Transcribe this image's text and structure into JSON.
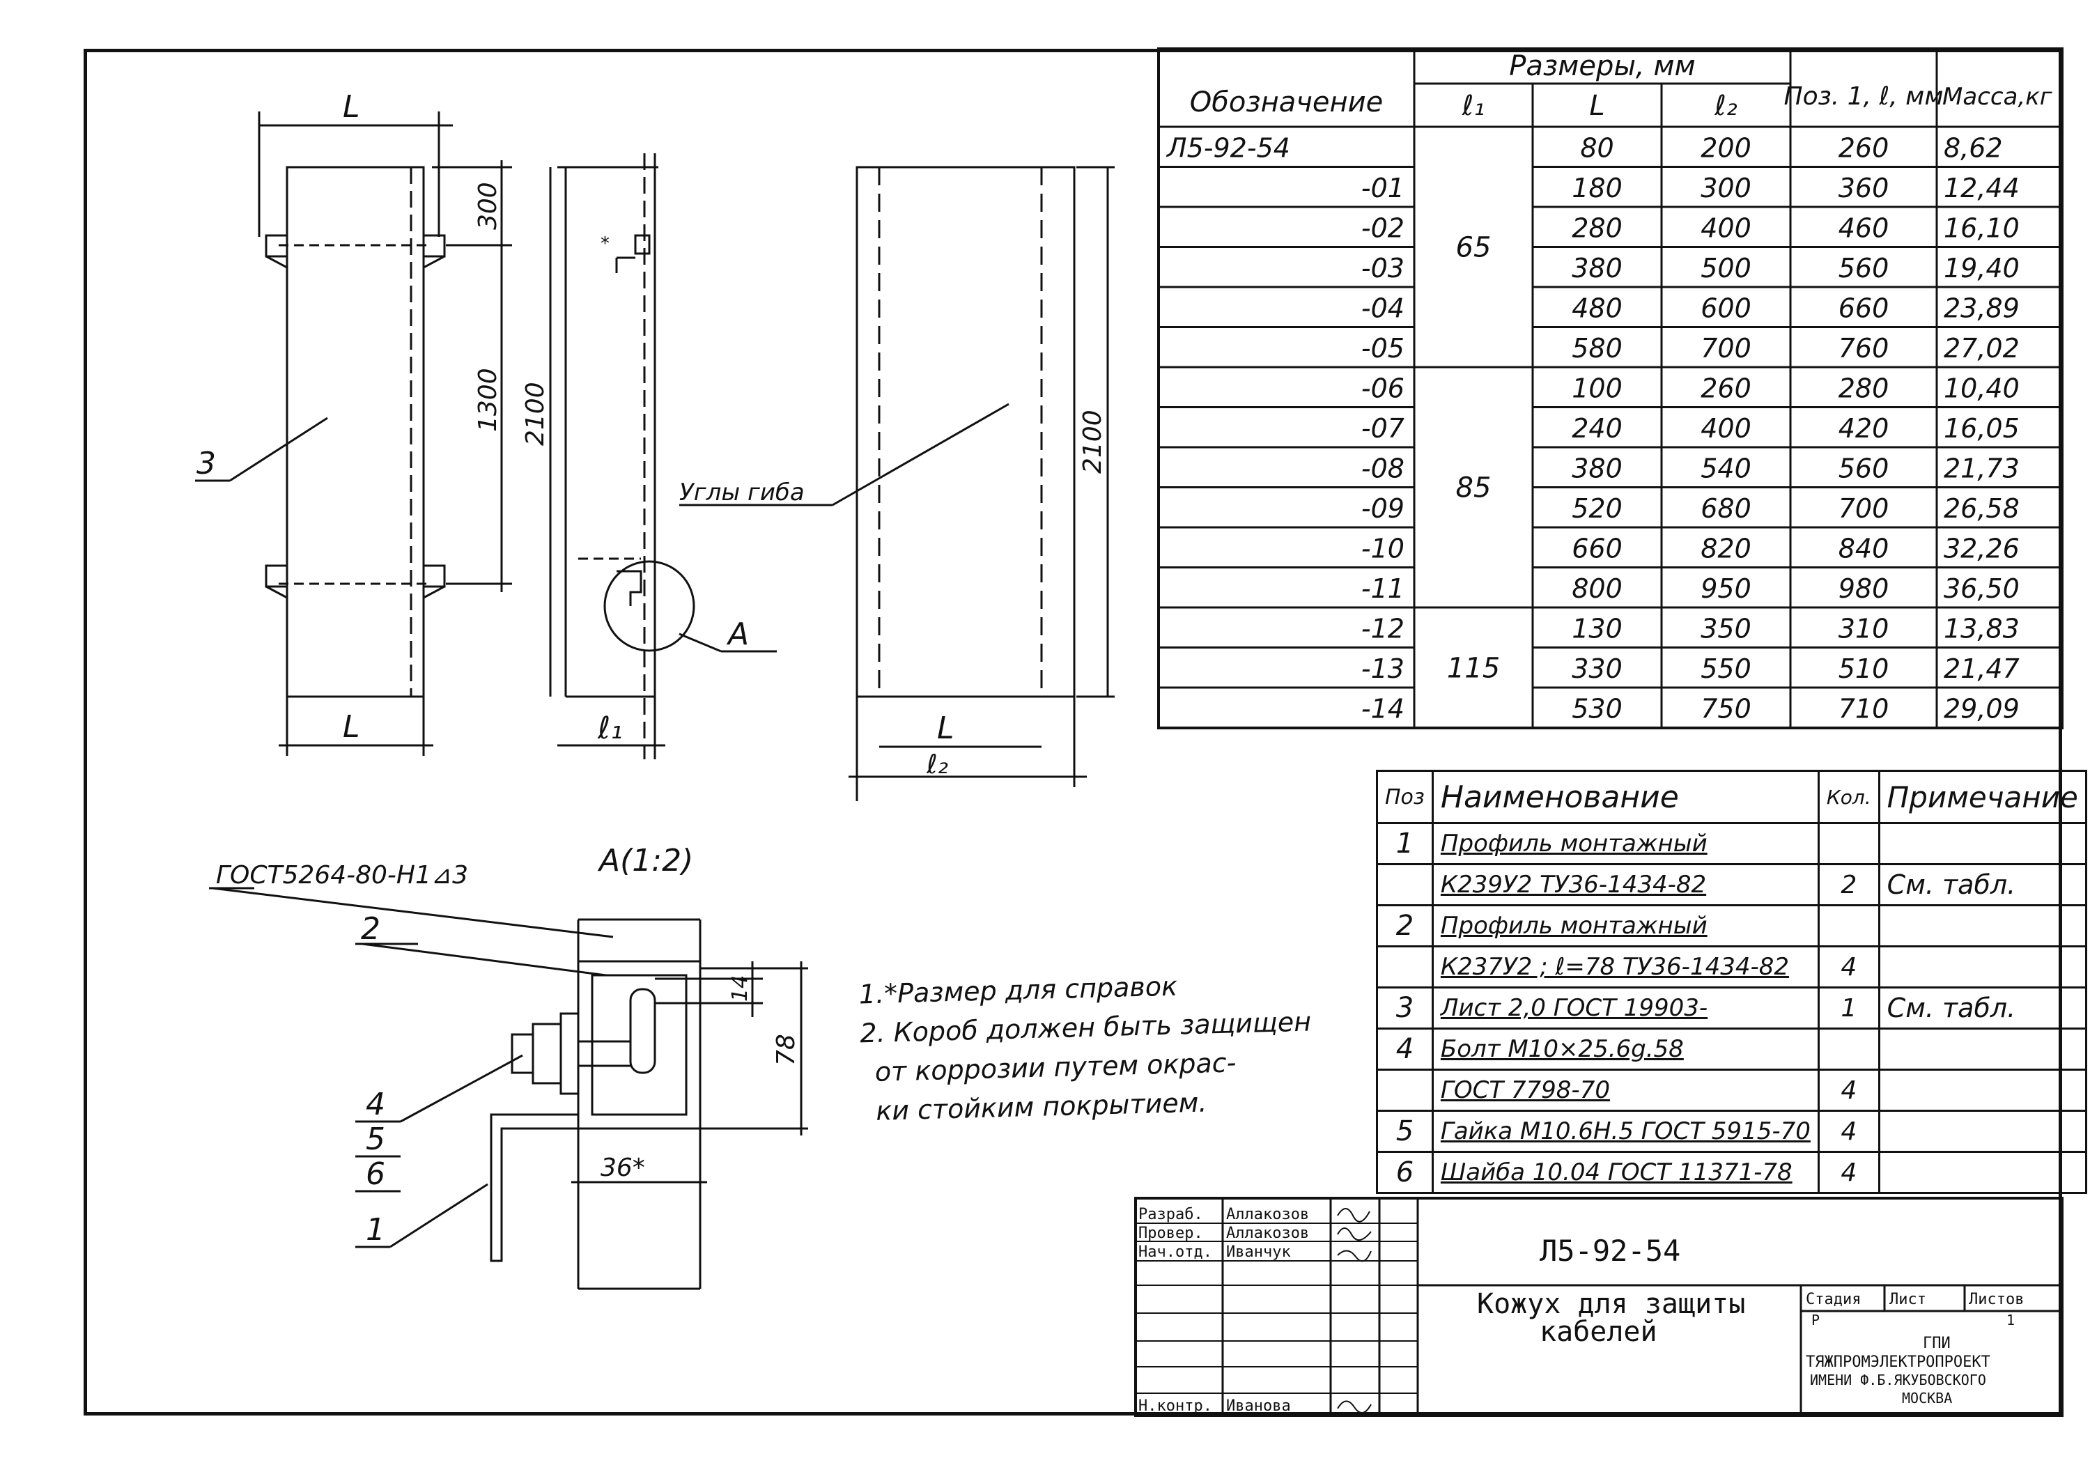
{
  "main_table": {
    "headers": {
      "designation": "Обозначение",
      "dimensions": "Размеры, мм",
      "l1": "ℓ₁",
      "L": "L",
      "l2": "ℓ₂",
      "pos1": "Поз. 1, ℓ, мм",
      "mass": "Масса,кг"
    },
    "rows": [
      {
        "designation": "Л5-92-54",
        "L": "80",
        "l2": "200",
        "pos1": "260",
        "mass": "8,62"
      },
      {
        "designation": "-01",
        "L": "180",
        "l2": "300",
        "pos1": "360",
        "mass": "12,44"
      },
      {
        "designation": "-02",
        "L": "280",
        "l2": "400",
        "pos1": "460",
        "mass": "16,10"
      },
      {
        "designation": "-03",
        "L": "380",
        "l2": "500",
        "pos1": "560",
        "mass": "19,40"
      },
      {
        "designation": "-04",
        "L": "480",
        "l2": "600",
        "pos1": "660",
        "mass": "23,89"
      },
      {
        "designation": "-05",
        "L": "580",
        "l2": "700",
        "pos1": "760",
        "mass": "27,02"
      },
      {
        "designation": "-06",
        "L": "100",
        "l2": "260",
        "pos1": "280",
        "mass": "10,40"
      },
      {
        "designation": "-07",
        "L": "240",
        "l2": "400",
        "pos1": "420",
        "mass": "16,05"
      },
      {
        "designation": "-08",
        "L": "380",
        "l2": "540",
        "pos1": "560",
        "mass": "21,73"
      },
      {
        "designation": "-09",
        "L": "520",
        "l2": "680",
        "pos1": "700",
        "mass": "26,58"
      },
      {
        "designation": "-10",
        "L": "660",
        "l2": "820",
        "pos1": "840",
        "mass": "32,26"
      },
      {
        "designation": "-11",
        "L": "800",
        "l2": "950",
        "pos1": "980",
        "mass": "36,50"
      },
      {
        "designation": "-12",
        "L": "130",
        "l2": "350",
        "pos1": "310",
        "mass": "13,83"
      },
      {
        "designation": "-13",
        "L": "330",
        "l2": "550",
        "pos1": "510",
        "mass": "21,47"
      },
      {
        "designation": "-14",
        "L": "530",
        "l2": "750",
        "pos1": "710",
        "mass": "29,09"
      }
    ],
    "l1_groups": [
      "65",
      "85",
      "115"
    ]
  },
  "parts_table": {
    "headers": {
      "pos": "Поз",
      "name": "Наименование",
      "qty": "Кол.",
      "note": "Примечание"
    },
    "rows": [
      {
        "pos": "1",
        "name": "Профиль монтажный",
        "qty": "",
        "note": ""
      },
      {
        "pos": "",
        "name": "К239У2 ТУ36-1434-82",
        "qty": "2",
        "note": "См. табл."
      },
      {
        "pos": "2",
        "name": "Профиль монтажный",
        "qty": "",
        "note": ""
      },
      {
        "pos": "",
        "name": "К237У2 ; ℓ=78 ТУ36-1434-82",
        "qty": "4",
        "note": ""
      },
      {
        "pos": "3",
        "name": "Лист 2,0 ГОСТ 19903-",
        "qty": "1",
        "note": "См. табл."
      },
      {
        "pos": "4",
        "name": "Болт М10×25.6g.58",
        "qty": "",
        "note": ""
      },
      {
        "pos": "",
        "name": "ГОСТ 7798-70",
        "qty": "4",
        "note": ""
      },
      {
        "pos": "5",
        "name": "Гайка М10.6Н.5 ГОСТ 5915-70",
        "qty": "4",
        "note": ""
      },
      {
        "pos": "6",
        "name": "Шайба 10.04 ГОСТ 11371-78",
        "qty": "4",
        "note": ""
      }
    ]
  },
  "notes": [
    "1.*Размер для справок",
    "2. Короб должен быть защищен",
    "от коррозии путем окрас-",
    "ки стойким покрытием."
  ],
  "drawing": {
    "dim_L": "L",
    "dim_300": "300",
    "dim_1300": "1300",
    "dim_2100": "2100",
    "dim_l1": "ℓ₁",
    "dim_l2": "ℓ₂",
    "label_3": "3",
    "label_bends": "Углы гиба",
    "label_A": "А",
    "detail_title": "А(1:2)",
    "weld_symbol": "ГОСТ5264-80-Н1⊿3",
    "callouts": [
      "2",
      "4",
      "5",
      "6",
      "1"
    ],
    "dim_14": "14",
    "dim_78": "78",
    "dim_36": "36*",
    "mark_star": "*"
  },
  "title_block": {
    "roles": [
      "Разраб.",
      "Провер.",
      "Нач.отд.",
      "Н.контр."
    ],
    "names": [
      "Аллакозов",
      "Аллакозов",
      "Иванчук",
      "Иванова"
    ],
    "doc_number": "Л5-92-54",
    "title_line1": "Кожух для защиты",
    "title_line2": "кабелей",
    "stage_label": "Стадия",
    "sheet_label": "Лист",
    "sheets_label": "Листов",
    "stage_value": "Р",
    "sheets_value": "1",
    "org_line1": "ГПИ",
    "org_line2": "ТЯЖПРОМЭЛЕКТРОПРОЕКТ",
    "org_line3": "ИМЕНИ Ф.Б.ЯКУБОВСКОГО",
    "org_line4": "МОСКВА"
  }
}
